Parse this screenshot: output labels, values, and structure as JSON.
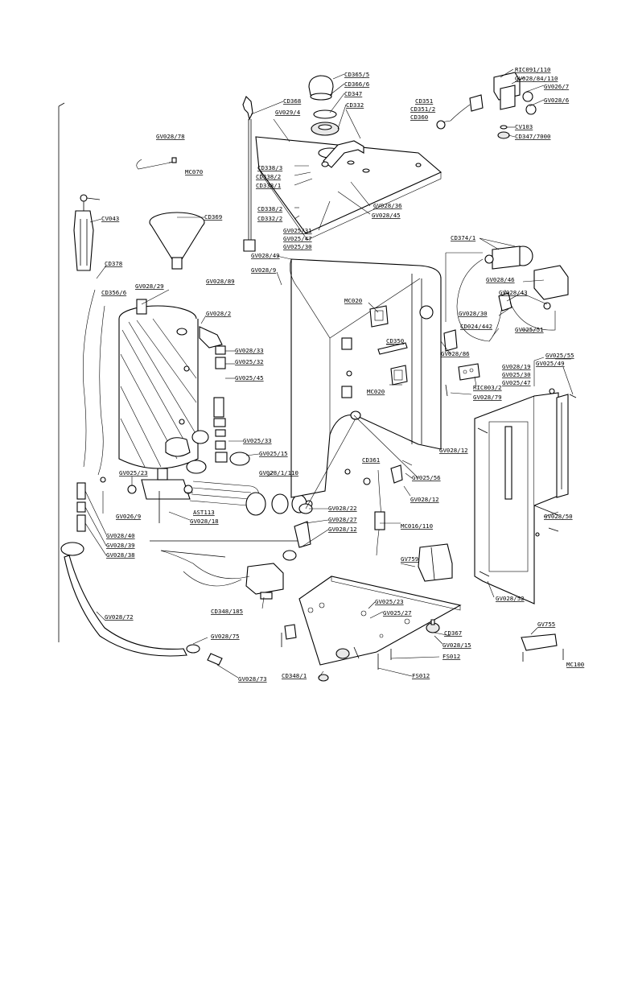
{
  "labels": {
    "CD365_5": "CD365/5",
    "CD366_6": "CD366/6",
    "CD347": "CD347",
    "CD332": "CD332",
    "CD368": "CD368",
    "GV029_4": "GV029/4",
    "RIC091_110": "RIC091/110",
    "GV028_84_110": "GV028/84/110",
    "GV026_7": "GV026/7",
    "GV028_6": "GV028/6",
    "CD351": "CD351",
    "CD351_2": "CD351/2",
    "CD360": "CD360",
    "CV103": "CV103",
    "CD347_7000": "CD347/7000",
    "GV028_78": "GV028/78",
    "MC070": "MC070",
    "CD338_3": "CD338/3",
    "CD338_2a": "CD338/2",
    "CD338_1": "CD338/1",
    "CD338_2b": "CD338/2",
    "CD332_2": "CD332/2",
    "GV028_36": "GV028/36",
    "GV028_45": "GV028/45",
    "CV043": "CV043",
    "CD369": "CD369",
    "GV025_31": "GV025/31",
    "GV025_47a": "GV025/47",
    "GV025_30a": "GV025/30",
    "CD374_1": "CD374/1",
    "GV028_49": "GV028/49",
    "GV028_9": "GV028/9",
    "CD378": "CD378",
    "GV028_89": "GV028/89",
    "GV028_46": "GV028/46",
    "CD356_6": "CD356/6",
    "GV028_29": "GV028/29",
    "GV028_43": "GV028/43",
    "MC020a": "MC020",
    "GV028_2": "GV028/2",
    "GV028_30": "GV028/30",
    "CD024_442": "CD024/442",
    "GV025_51": "GV025/51",
    "CD350": "CD350",
    "GV028_33": "GV028/33",
    "GV025_32": "GV025/32",
    "GV028_86": "GV028/86",
    "GV025_55": "GV025/55",
    "GV028_19": "GV028/19",
    "GV025_49": "GV025/49",
    "GV025_45": "GV025/45",
    "GV025_30b": "GV025/30",
    "MC020b": "MC020",
    "GV025_47b": "GV025/47",
    "RIC003_2": "RIC003/2",
    "GV028_79": "GV028/79",
    "GV025_33": "GV025/33",
    "GV028_12a": "GV028/12",
    "GV025_15": "GV025/15",
    "CD361": "CD361",
    "GV025_56": "GV025/56",
    "GV025_23a": "GV025/23",
    "GV028_1_110": "GV028/1/110",
    "GV028_12b": "GV028/12",
    "GV028_50": "GV028/50",
    "AST113": "AST113",
    "GV026_9": "GV026/9",
    "GV028_18": "GV028/18",
    "GV028_22": "GV028/22",
    "GV028_27": "GV028/27",
    "GV028_12c": "GV028/12",
    "MC016_110": "MC016/110",
    "GV028_40": "GV028/40",
    "GV028_39": "GV028/39",
    "GV028_38": "GV028/38",
    "GV759": "GV759",
    "GV028_52": "GV028/52",
    "CD348_185": "CD348/185",
    "GV025_23b": "GV025/23",
    "GV025_27": "GV025/27",
    "GV028_72": "GV028/72",
    "CD367": "CD367",
    "GV755": "GV755",
    "GV028_15": "GV028/15",
    "GV028_75": "GV028/75",
    "FS012a": "FS012",
    "MC100": "MC100",
    "CD348_1": "CD348/1",
    "FS012b": "FS012",
    "GV028_73": "GV028/73"
  }
}
